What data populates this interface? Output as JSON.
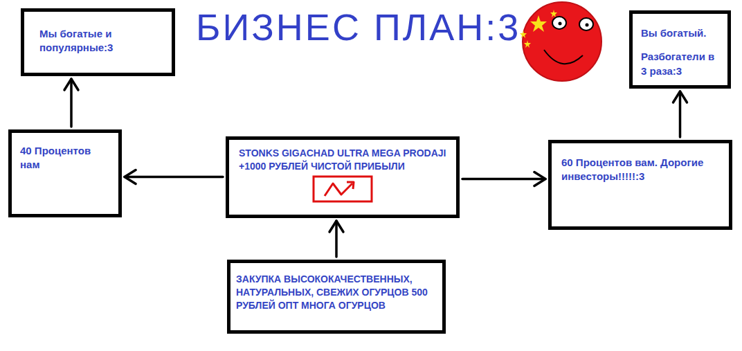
{
  "diagram": {
    "title": "БИЗНЕС ПЛАН:3",
    "nodes": [
      {
        "text": [
          "Мы богатые и популярные:3"
        ]
      },
      {
        "text": [
          "Вы богатый.",
          "Разбогатели в 3 раза:3"
        ]
      },
      {
        "text": [
          "40 Процентов нам"
        ]
      },
      {
        "text": [
          "STONKS GIGACHAD ULTRA MEGA PRODAJI +1000 РУБЛЕЙ ЧИСТОЙ ПРИБЫЛИ"
        ]
      },
      {
        "text": [
          "60 Процентов вам. Дорогие инвесторы!!!!!:3"
        ]
      },
      {
        "text": [
          "ЗАКУПКА ВЫСОКОКАЧЕСТВЕННЫХ, НАТУРАЛЬНЫХ, СВЕЖИХ ОГУРЦОВ 500 РУБЛЕЙ ОПТ МНОГА ОГУРЦОВ"
        ]
      }
    ],
    "edges": [
      {
        "from": 3,
        "to": 2,
        "arrow": "to"
      },
      {
        "from": 3,
        "to": 4,
        "arrow": "to"
      },
      {
        "from": 2,
        "to": 0,
        "arrow": "to"
      },
      {
        "from": 4,
        "to": 1,
        "arrow": "to"
      },
      {
        "from": 5,
        "to": 3,
        "arrow": "to"
      }
    ]
  }
}
